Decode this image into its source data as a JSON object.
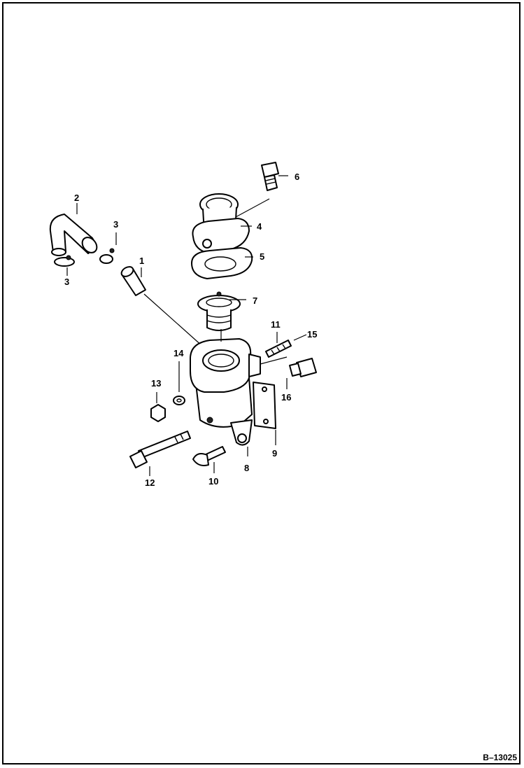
{
  "diagram": {
    "figure_id": "B–13025",
    "callouts": [
      {
        "id": "c6",
        "text": "6"
      },
      {
        "id": "c2",
        "text": "2"
      },
      {
        "id": "c3a",
        "text": "3"
      },
      {
        "id": "c4",
        "text": "4"
      },
      {
        "id": "c5",
        "text": "5"
      },
      {
        "id": "c1",
        "text": "1"
      },
      {
        "id": "c3b",
        "text": "3"
      },
      {
        "id": "c7",
        "text": "7"
      },
      {
        "id": "c11",
        "text": "11"
      },
      {
        "id": "c15",
        "text": "15"
      },
      {
        "id": "c14",
        "text": "14"
      },
      {
        "id": "c13",
        "text": "13"
      },
      {
        "id": "c16",
        "text": "16"
      },
      {
        "id": "c9",
        "text": "9"
      },
      {
        "id": "c8",
        "text": "8"
      },
      {
        "id": "c12",
        "text": "12"
      },
      {
        "id": "c10",
        "text": "10"
      }
    ]
  }
}
